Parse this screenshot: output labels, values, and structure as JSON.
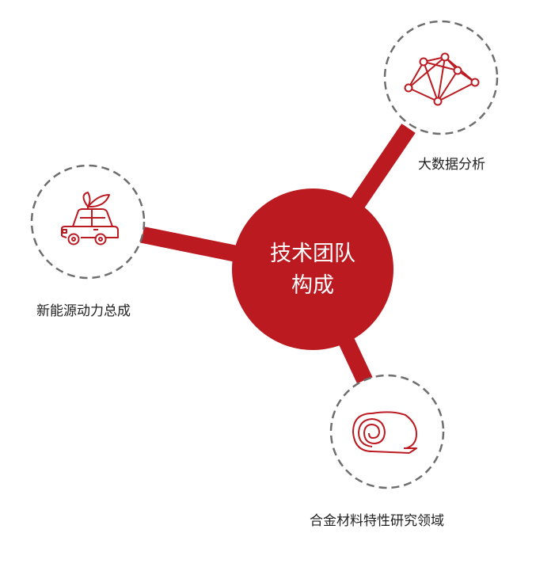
{
  "center": {
    "line1": "技术团队",
    "line2": "构成"
  },
  "nodes": [
    {
      "label": "大数据分析",
      "icon": "network-graph-icon"
    },
    {
      "label": "新能源动力总成",
      "icon": "eco-car-icon"
    },
    {
      "label": "合金材料特性研究领域",
      "icon": "material-roll-icon"
    }
  ],
  "colors": {
    "accent": "#bb1a21",
    "dashed_circle": "#6e6e6e",
    "text": "#222222"
  }
}
